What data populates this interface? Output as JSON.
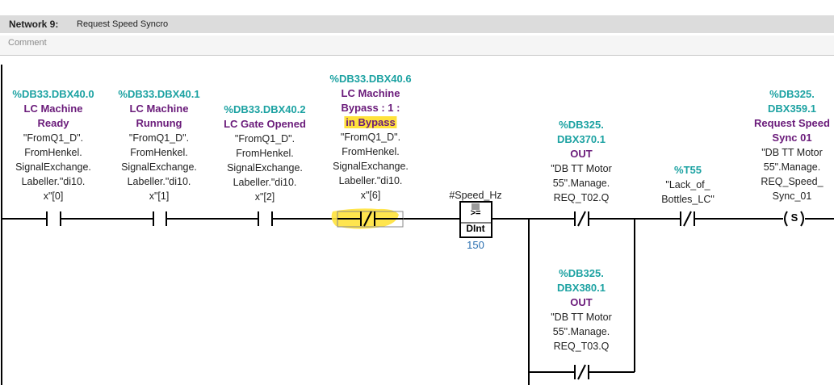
{
  "network": {
    "number_label": "Network 9:",
    "title": "Request Speed Syncro",
    "comment_placeholder": "Comment"
  },
  "contacts": [
    {
      "address": "%DB33.DBX40.0",
      "name_lines": [
        "LC Machine",
        "Ready"
      ],
      "tag_lines": [
        "\"FromQ1_D\".",
        "FromHenkel.",
        "SignalExchange.",
        "Labeller.\"di10.",
        "x\"[0]"
      ]
    },
    {
      "address": "%DB33.DBX40.1",
      "name_lines": [
        "LC Machine",
        "Runnung"
      ],
      "tag_lines": [
        "\"FromQ1_D\".",
        "FromHenkel.",
        "SignalExchange.",
        "Labeller.\"di10.",
        "x\"[1]"
      ]
    },
    {
      "address": "%DB33.DBX40.2",
      "name_lines": [
        "LC Gate Opened"
      ],
      "tag_lines": [
        "\"FromQ1_D\".",
        "FromHenkel.",
        "SignalExchange.",
        "Labeller.\"di10.",
        "x\"[2]"
      ]
    },
    {
      "address": "%DB33.DBX40.6",
      "name_lines": [
        "LC Machine",
        "Bypass : 1 :"
      ],
      "highlight": "in Bypass",
      "tag_lines": [
        "\"FromQ1_D\".",
        "FromHenkel.",
        "SignalExchange.",
        "Labeller.\"di10.",
        "x\"[6]"
      ]
    }
  ],
  "compare": {
    "operand": "#Speed_Hz",
    "operator": ">=",
    "type": "DInt",
    "value": "150"
  },
  "branch1": {
    "address_lines": [
      "%DB325.",
      "DBX370.1"
    ],
    "name": "OUT",
    "tag_lines": [
      "\"DB TT Motor",
      "55\".Manage.",
      "REQ_T02.Q"
    ]
  },
  "branch2": {
    "address_lines": [
      "%DB325.",
      "DBX380.1"
    ],
    "name": "OUT",
    "tag_lines": [
      "\"DB TT Motor",
      "55\".Manage.",
      "REQ_T03.Q"
    ]
  },
  "lack": {
    "address": "%T55",
    "tag_lines": [
      "\"Lack_of_",
      "Bottles_LC\""
    ]
  },
  "coil": {
    "address_lines": [
      "%DB325.",
      "DBX359.1"
    ],
    "name_lines": [
      "Request Speed",
      "Sync 01"
    ],
    "tag_lines": [
      "\"DB TT Motor",
      "55\".Manage.",
      "REQ_Speed_",
      "Sync_01"
    ],
    "symbol": "S"
  },
  "colors": {
    "address": "#1ca2a2",
    "name": "#6a1b7a",
    "highlight": "#ffe23b",
    "rung": "#000000",
    "header_bg": "#dcdcdc"
  }
}
